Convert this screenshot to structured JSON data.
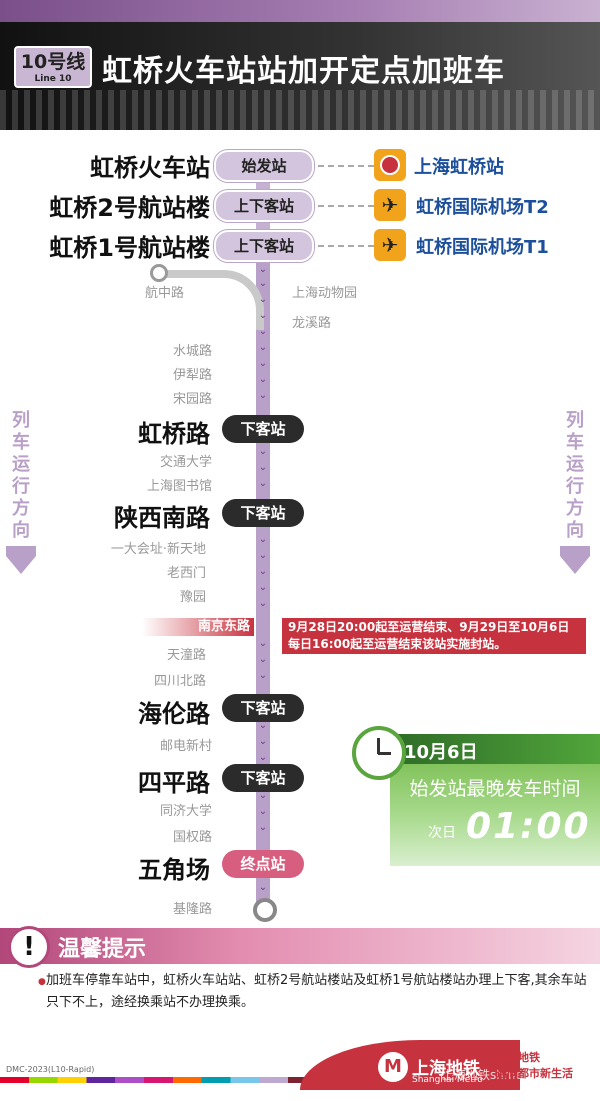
{
  "header": {
    "line_number": "10号线",
    "line_en": "Line 10",
    "title": "虹桥火车站站加开定点加班车"
  },
  "stations_top": [
    {
      "name": "虹桥火车站",
      "badge": "始发站",
      "connection": "上海虹桥站",
      "icon": "railway-icon"
    },
    {
      "name": "虹桥2号航站楼",
      "badge": "上下客站",
      "connection": "虹桥国际机场T2",
      "icon": "airplane-icon"
    },
    {
      "name": "虹桥1号航站楼",
      "badge": "上下客站",
      "connection": "虹桥国际机场T1",
      "icon": "airplane-icon"
    }
  ],
  "branch": {
    "left_station": "航中路",
    "right_stations": [
      "上海动物园",
      "龙溪路"
    ]
  },
  "stations": {
    "s1": "水城路",
    "s2": "伊犁路",
    "s3": "宋园路",
    "hongqiao_rd": "虹桥路",
    "s4": "交通大学",
    "s5": "上海图书馆",
    "shaanxi": "陕西南路",
    "s6": "一大会址·新天地",
    "s7": "老西门",
    "s8": "豫园",
    "nanjing": "南京东路",
    "s9": "天潼路",
    "s10": "四川北路",
    "hailun": "海伦路",
    "s11": "邮电新村",
    "siping": "四平路",
    "s12": "同济大学",
    "s13": "国权路",
    "wujiaochang": "五角场",
    "s14": "基隆路"
  },
  "badges": {
    "alight": "下客站",
    "terminal": "终点站"
  },
  "notice": "9月28日20:00起至运营结束、9月29日至10月6日每日16:00起至运营结束该站实施封站。",
  "direction": {
    "chars": [
      "列",
      "车",
      "运",
      "行",
      "方",
      "向"
    ]
  },
  "last_train": {
    "date": "10月6日",
    "title": "始发站最晚发车时间",
    "next_day": "次日",
    "time": "01:00"
  },
  "tips": {
    "icon": "!",
    "title": "温馨提示",
    "body": "加班车停靠车站中，虹桥火车站站、虹桥2号航站楼站及虹桥1号航站楼站办理上下客,其余车站只下不上，途经换乘站不办理换乘。"
  },
  "footer": {
    "code": "DMC-2023(L10-Rapid)",
    "metro_name": "上海地铁",
    "metro_en": "Shanghai Metro",
    "watermark": "上海地铁shmetro",
    "slogan_1": "申城地铁",
    "slogan_2": "通向都市新生活"
  },
  "colors": {
    "line10": "#b9a0c8",
    "notice_red": "#c7323f",
    "green": "#5aa53d",
    "connection_blue": "#1c4f9c"
  }
}
